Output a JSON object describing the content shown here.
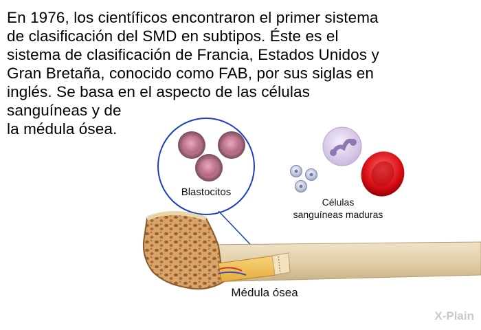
{
  "paragraph": {
    "line1": "En 1976, los científicos encontraron el primer sistema",
    "line2": "de clasificación del SMD en subtipos. Éste es el",
    "line3": "sistema de clasificación de Francia, Estados Unidos y",
    "line4": "Gran Bretaña, conocido como FAB, por sus siglas en",
    "line5": "inglés. Se basa en el aspecto de las células",
    "line6": "sanguíneas y de",
    "line7": "la médula ósea."
  },
  "illustration": {
    "blast_label": "Blastocitos",
    "mature_label_line1": "Células",
    "mature_label_line2": "sanguíneas maduras",
    "marrow_label": "Médula ósea",
    "brand": "X-Plain"
  }
}
